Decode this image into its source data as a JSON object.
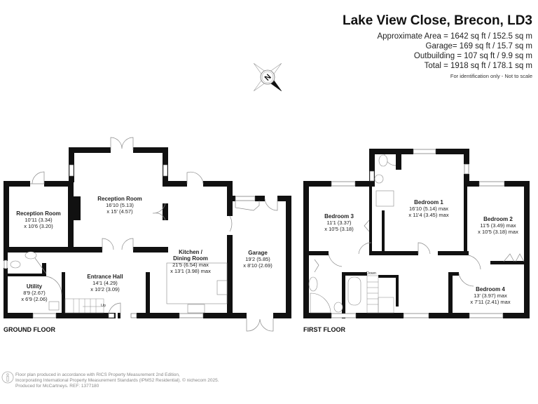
{
  "header": {
    "title": "Lake View Close, Brecon, LD3",
    "areas": [
      "Approximate Area = 1642 sq ft / 152.5 sq m",
      "Garage= 169 sq ft / 15.7 sq m",
      "Outbuilding = 107 sq ft / 9.9 sq m",
      "Total = 1918 sq ft / 178.1 sq m"
    ],
    "note": "For identification only - Not to scale"
  },
  "compass": {
    "label": "N",
    "icon": "compass-rose-icon"
  },
  "ground_floor": {
    "label": "GROUND FLOOR",
    "rooms": [
      {
        "name": "Reception Room",
        "dim1": "10'11 (3.34)",
        "dim2": "x 10'6 (3.20)"
      },
      {
        "name": "Reception Room",
        "dim1": "16'10 (5.13)",
        "dim2": "x 15' (4.57)"
      },
      {
        "name": "Kitchen /",
        "name2": "Dining Room",
        "dim1": "21'5 (6.54) max",
        "dim2": "x 13'1 (3.98) max"
      },
      {
        "name": "Garage",
        "dim1": "19'2 (5.85)",
        "dim2": "x 8'10 (2.69)"
      },
      {
        "name": "Entrance Hall",
        "dim1": "14'1 (4.29)",
        "dim2": "x 10'2 (3.09)"
      },
      {
        "name": "Utility",
        "dim1": "8'9 (2.67)",
        "dim2": "x 6'9 (2.06)"
      }
    ],
    "stairs_label": "Up"
  },
  "first_floor": {
    "label": "FIRST FLOOR",
    "rooms": [
      {
        "name": "Bedroom 3",
        "dim1": "11'1 (3.37)",
        "dim2": "x 10'5 (3.18)"
      },
      {
        "name": "Bedroom 1",
        "dim1": "16'10 (5.14) max",
        "dim2": "x 11'4 (3.45) max"
      },
      {
        "name": "Bedroom 2",
        "dim1": "11'5 (3.49) max",
        "dim2": "x 10'5 (3.18) max"
      },
      {
        "name": "Bedroom 4",
        "dim1": "13' (3.97) max",
        "dim2": "x 7'11 (2.41) max"
      }
    ],
    "stairs_label": "Down"
  },
  "footer": {
    "lines": [
      "Floor plan produced in accordance with RICS Property Measurement 2nd Edition,",
      "Incorporating International Property Measurement Standards (IPMS2 Residential).   © nichecom 2025.",
      "Produced for McCartneys.   REF: 1377180"
    ]
  }
}
